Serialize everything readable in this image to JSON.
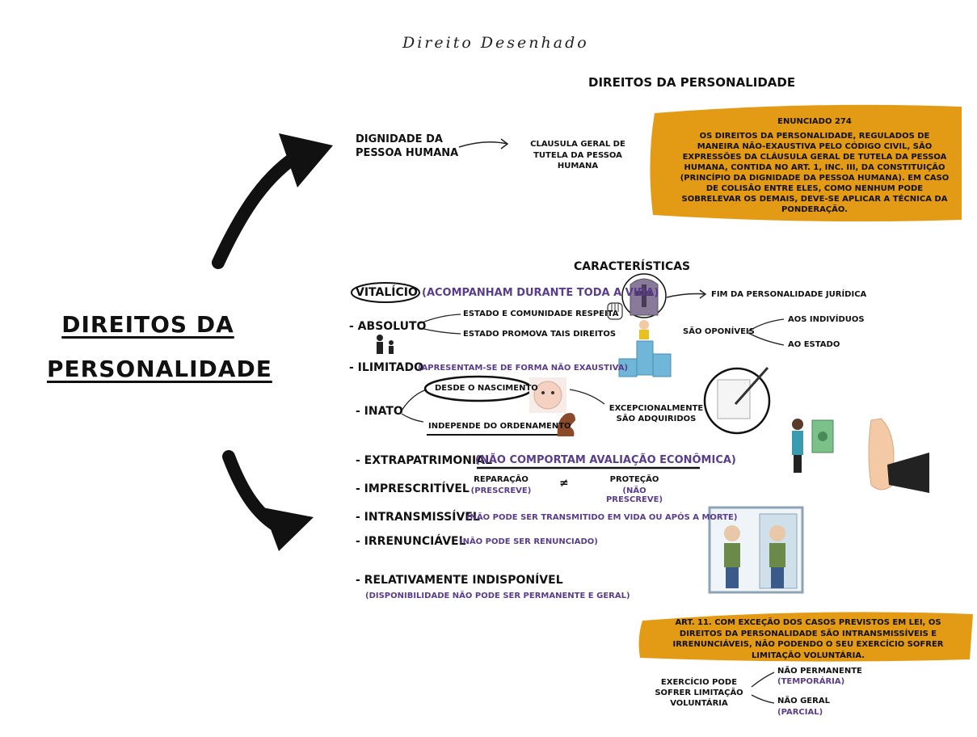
{
  "brand": "Direito Desenhado",
  "main_title": "DIREITOS DA PERSONALIDADE",
  "left_title": [
    "DIREITOS DA",
    "PERSONALIDADE"
  ],
  "dignidade": "DIGNIDADE DA PESSOA HUMANA",
  "clausula": "CLAUSULA GERAL DE TUTELA DA PESSOA HUMANA",
  "enunciado": {
    "title": "ENUNCIADO 274",
    "body": "OS DIREITOS DA PERSONALIDADE, REGULADOS DE MANEIRA NÃO-EXAUSTIVA PELO CÓDIGO CIVIL, SÃO EXPRESSÕES DA CLÁUSULA GERAL DE TUTELA DA PESSOA HUMANA, CONTIDA NO ART. 1, INC. III, DA CONSTITUIÇÃO (PRINCÍPIO DA DIGNIDADE DA PESSOA HUMANA). EM CASO DE COLISÃO ENTRE ELES, COMO NENHUM PODE SOBRELEVAR OS DEMAIS, DEVE-SE APLICAR A TÉCNICA DA PONDERAÇÃO."
  },
  "caracteristicas": "CARACTERÍSTICAS",
  "vitalicio": {
    "label": "VITALÍCIO",
    "note": "(ACOMPANHAM DURANTE TODA A VIDA)",
    "result": "FIM DA PERSONALIDADE JURÍDICA"
  },
  "absoluto": {
    "label": "- ABSOLUTO",
    "a": "ESTADO E COMUNIDADE RESPEITA",
    "b": "ESTADO PROMOVA TAIS DIREITOS"
  },
  "oponiveis": {
    "label": "SÃO OPONÍVEIS",
    "a": "AOS INDIVÍDUOS",
    "b": "AO ESTADO"
  },
  "ilimitado": {
    "label": "- ILIMITADO",
    "note": "(APRESENTAM-SE DE FORMA NÃO EXAUSTIVA)"
  },
  "inato": {
    "label": "- INATO",
    "a": "DESDE O NASCIMENTO",
    "b": "INDEPENDE DO ORDENAMENTO",
    "c": "EXCEPCIONALMENTE SÃO ADQUIRIDOS"
  },
  "extrapatrimonial": {
    "label": "- EXTRAPATRIMONIAL",
    "note": "(NÃO COMPORTAM AVALIAÇÃO ECONÔMICA)"
  },
  "imprescritivel": {
    "label": "- IMPRESCRITÍVEL",
    "rep": "REPARAÇÃO",
    "rep_note": "(PRESCREVE)",
    "neq": "≠",
    "prot": "PROTEÇÃO",
    "prot_note": "(NÃO PRESCREVE)"
  },
  "intransmissivel": {
    "label": "- INTRANSMISSÍVEL",
    "note": "(NÃO PODE SER TRANSMITIDO EM VIDA OU APÓS A MORTE)"
  },
  "irrenunciavel": {
    "label": "- IRRENUNCIÁVEL",
    "note": "(NÃO PODE SER RENUNCIADO)"
  },
  "relativamente": {
    "label": "- RELATIVAMENTE INDISPONÍVEL",
    "note": "(DISPONIBILIDADE NÃO PODE SER PERMANENTE E GERAL)"
  },
  "art11": "ART. 11. COM EXCEÇÃO DOS CASOS PREVISTOS EM LEI, OS DIREITOS DA PERSONALIDADE SÃO INTRANSMISSÍVEIS E IRRENUNCIÁVEIS, NÃO PODENDO O SEU EXERCÍCIO SOFRER LIMITAÇÃO VOLUNTÁRIA.",
  "exercicio": {
    "label": "EXERCÍCIO PODE SOFRER LIMITAÇÃO VOLUNTÁRIA",
    "a": "NÃO PERMANENTE",
    "a_note": "(TEMPORÁRIA)",
    "b": "NÃO GERAL",
    "b_note": "(PARCIAL)"
  },
  "colors": {
    "orange": "#e39a14",
    "purple": "#5a3d8a",
    "ink": "#111111"
  }
}
